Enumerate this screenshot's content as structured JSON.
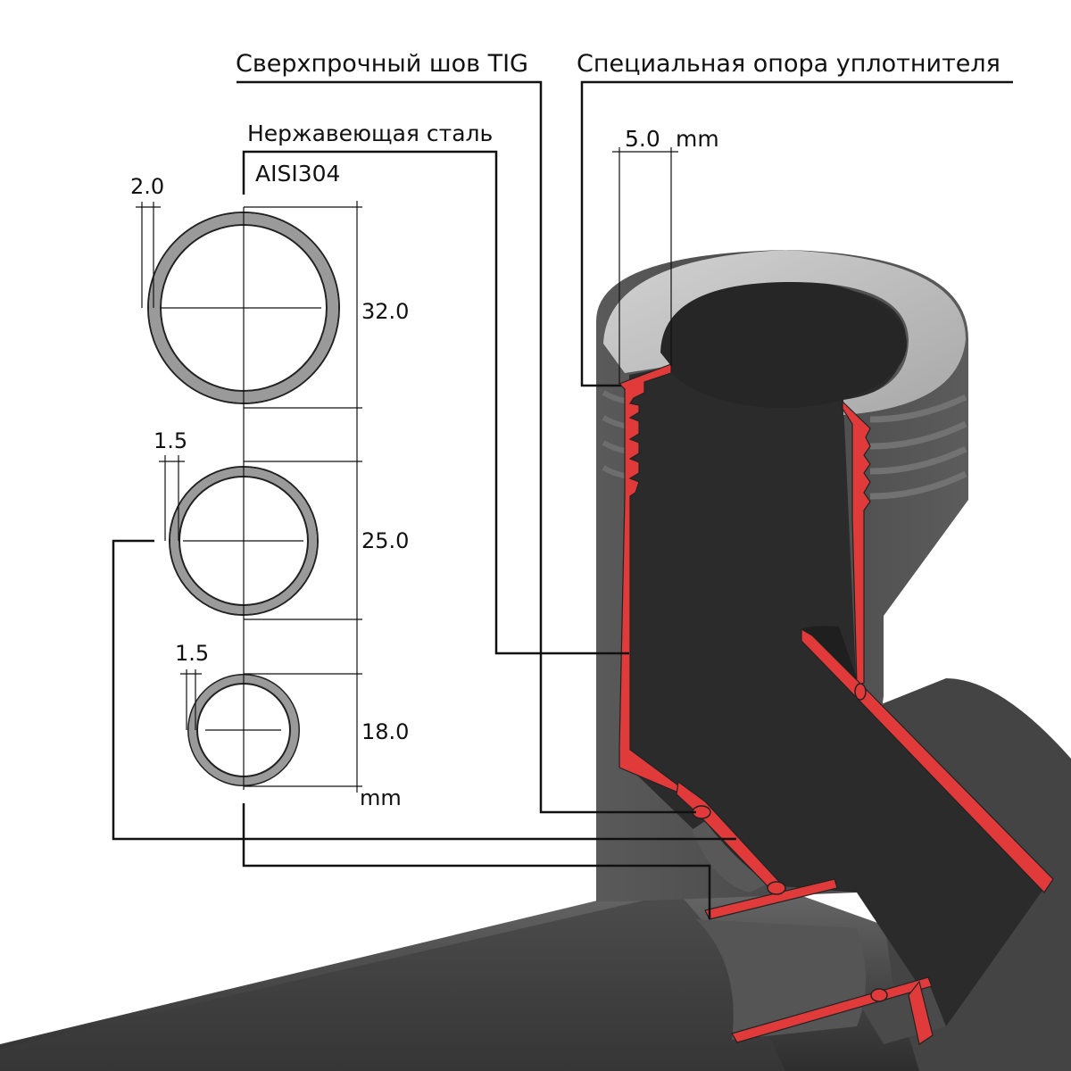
{
  "labels": {
    "tig_weld": "Сверхпрочный шов TIG",
    "seal_support": "Специальная опора уплотнителя",
    "stainless_steel": "Нержавеющая сталь",
    "grade": "AISI304",
    "wall_5": "5.0",
    "wall_5_unit": "mm",
    "units": "mm"
  },
  "tubes": [
    {
      "id": "tube-32",
      "outer_diameter": "32.0",
      "wall": "2.0"
    },
    {
      "id": "tube-25",
      "outer_diameter": "25.0",
      "wall": "1.5"
    },
    {
      "id": "tube-18",
      "outer_diameter": "18.0",
      "wall": "1.5"
    }
  ],
  "colors": {
    "section_red": "#e03a3a",
    "metal_dark": "#3a3a3a",
    "metal_mid": "#4e4e4e",
    "ring_grey": "#9a9a9a",
    "face_grey": "#bdbdbd"
  }
}
